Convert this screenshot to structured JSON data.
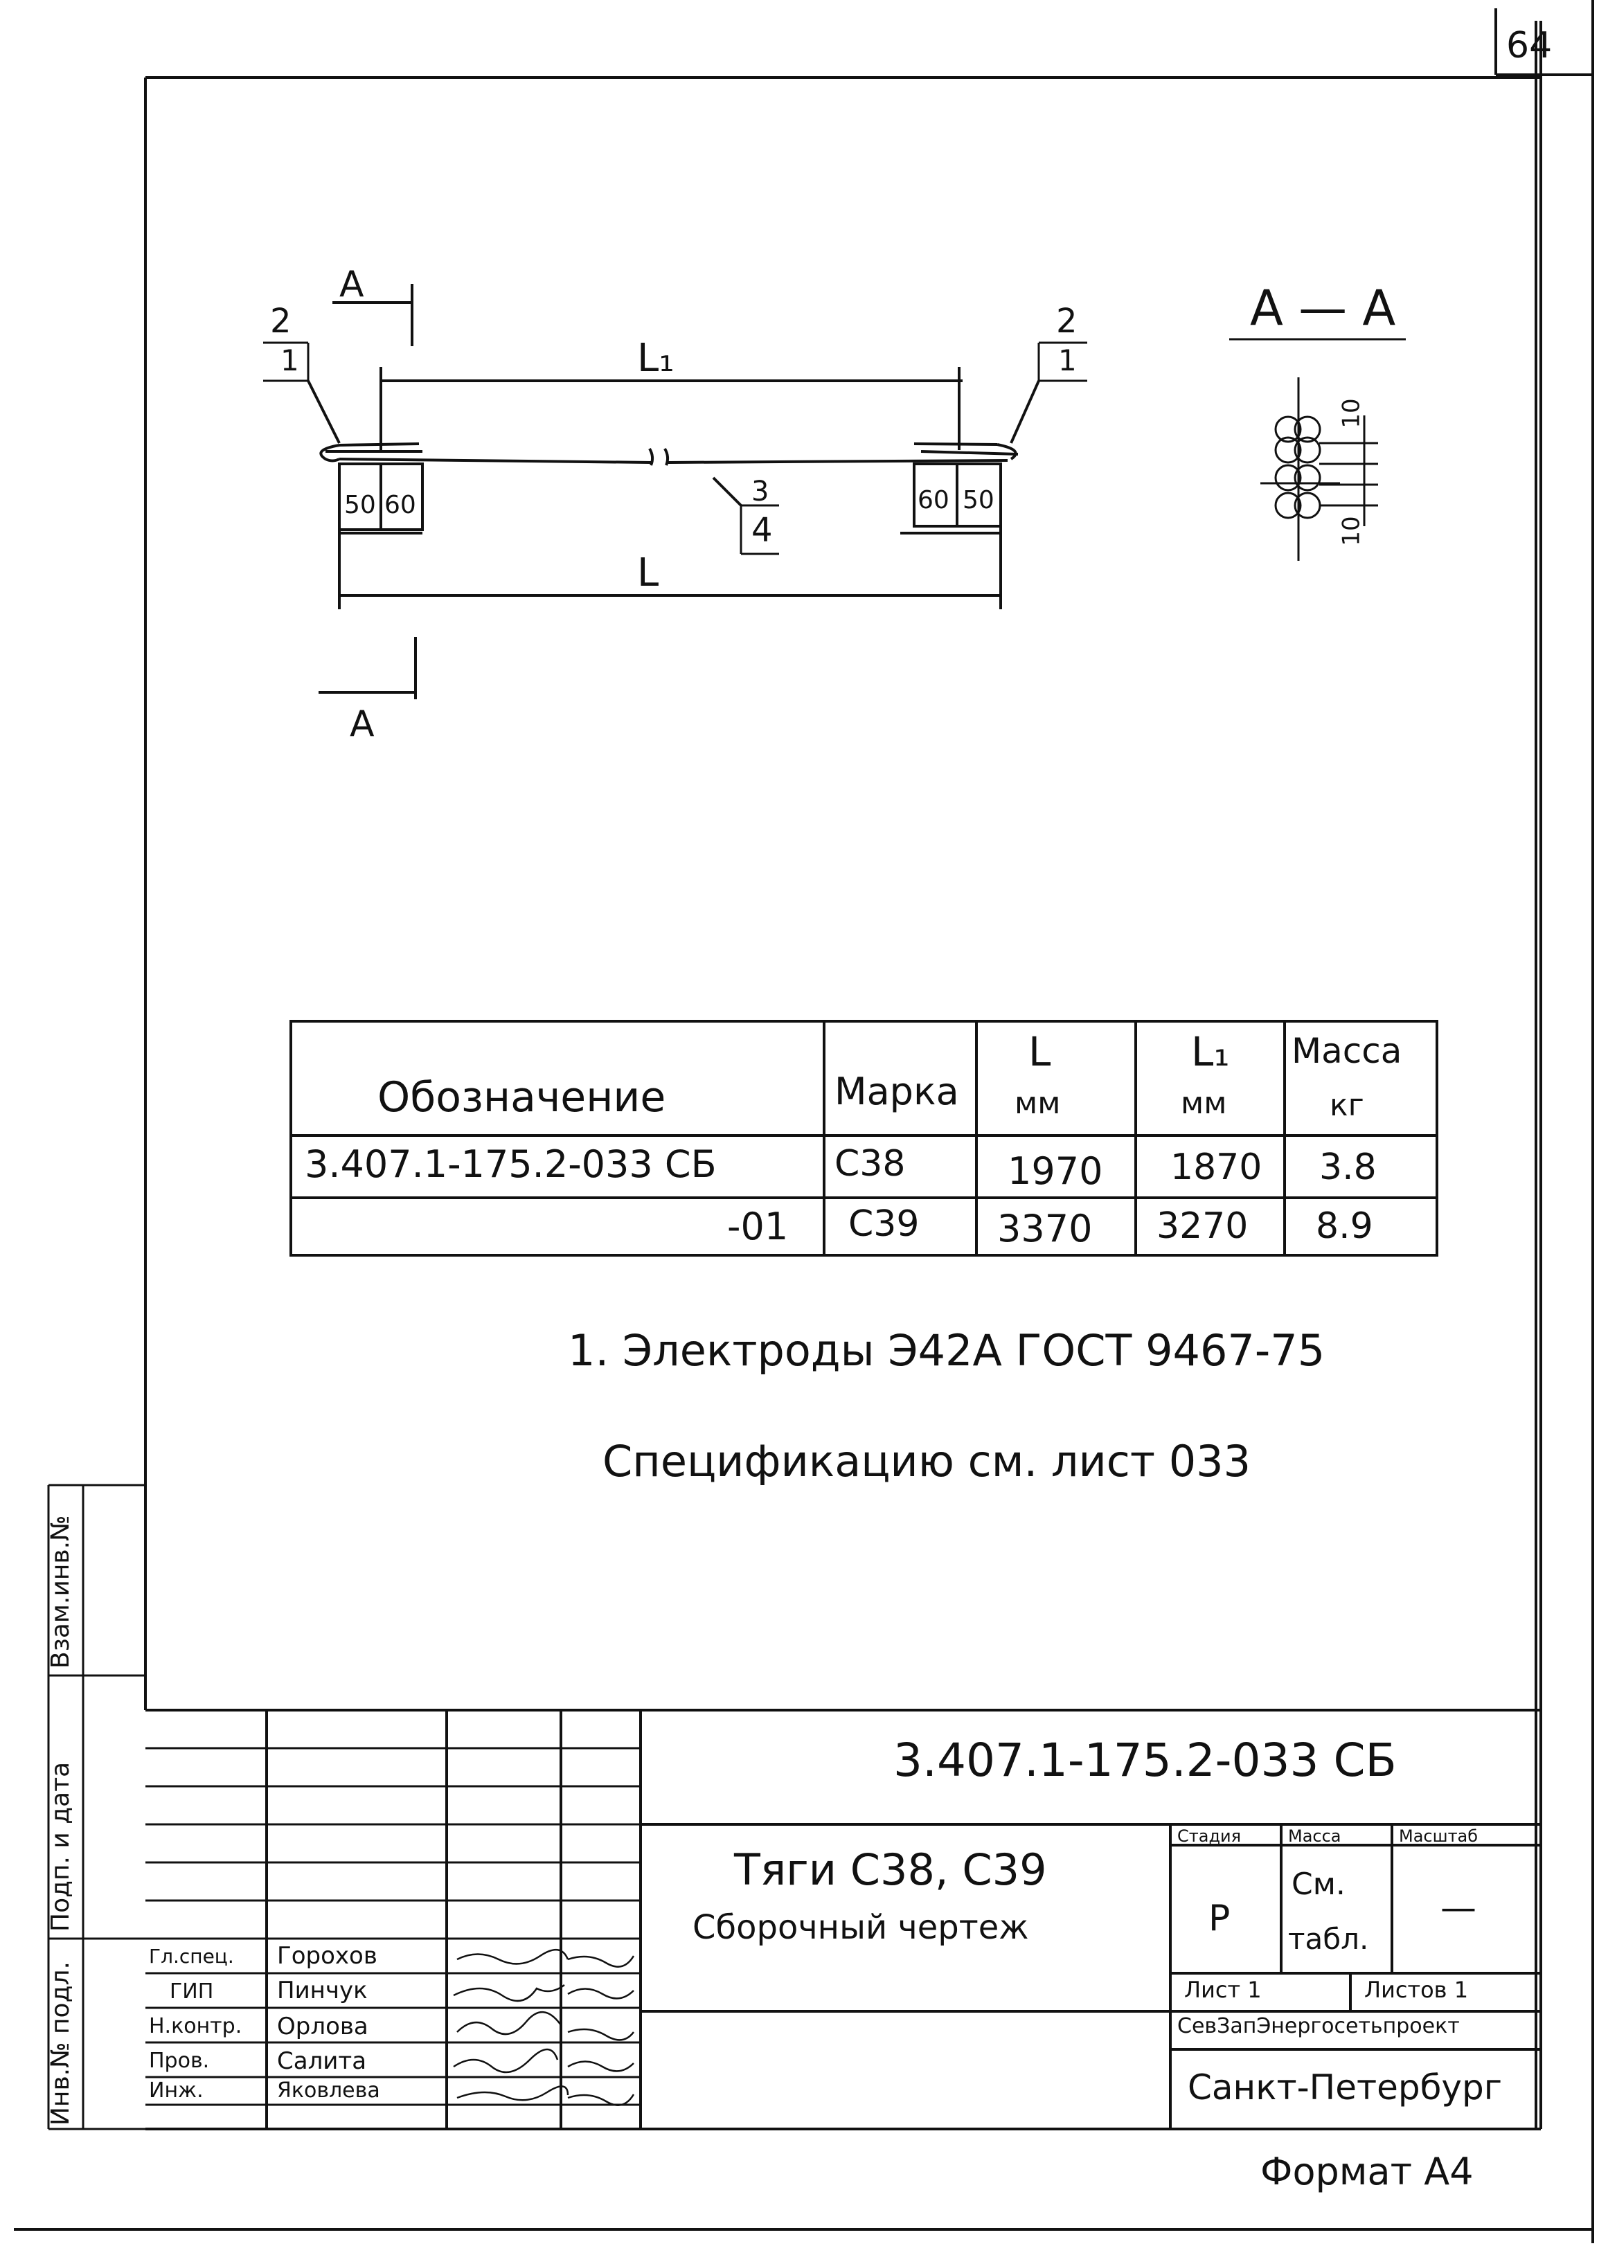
{
  "page_number": "64",
  "drawing": {
    "section_marker": "А",
    "section_title": "А — А",
    "dim_L1": "L₁",
    "dim_L": "L",
    "dim_50": "50",
    "dim_60": "60",
    "dim_10": "10",
    "left_callout": {
      "top": "2",
      "bottom": "1"
    },
    "right_callout": {
      "top": "2",
      "bottom": "1"
    },
    "mid_callout": {
      "top": "3",
      "bottom": "4"
    }
  },
  "table": {
    "headers": [
      {
        "l1": "Обозначение",
        "l2": ""
      },
      {
        "l1": "Марка",
        "l2": ""
      },
      {
        "l1": "L",
        "l2": "мм"
      },
      {
        "l1": "L₁",
        "l2": "мм"
      },
      {
        "l1": "Масса",
        "l2": "кг"
      }
    ],
    "rows": [
      [
        "3.407.1-175.2-033 СБ",
        "С38",
        "1970",
        "1870",
        "3.8"
      ],
      [
        "-01",
        "С39",
        "3370",
        "3270",
        "8.9"
      ]
    ]
  },
  "notes": {
    "line1": "1. Электроды Э42А ГОСТ 9467-75",
    "line2": "Спецификацию см. лист 033"
  },
  "left_strip": [
    "Инв.№ подл.",
    "Подп. и дата",
    "Взам.инв.№"
  ],
  "title_block": {
    "doc_code": "3.407.1-175.2-033 СБ",
    "title_line1": "Тяги С38, С39",
    "title_line2": "Сборочный чертеж",
    "col_headers": [
      "Стадия",
      "Масса",
      "Масштаб"
    ],
    "stage": "Р",
    "mass_line1": "См.",
    "mass_line2": "табл.",
    "scale": "—",
    "sheet": "Лист 1",
    "sheets": "Листов 1",
    "org": "СевЗапЭнергосетьпроект",
    "city": "Санкт-Петербург",
    "roles": [
      "Гл.спец.",
      "ГИП",
      "Н.контр.",
      "Пров.",
      "Инж."
    ],
    "names": [
      "Горохов",
      "Пинчук",
      "Орлова",
      "Салита",
      "Яковлева"
    ]
  },
  "format": "Формат А4"
}
